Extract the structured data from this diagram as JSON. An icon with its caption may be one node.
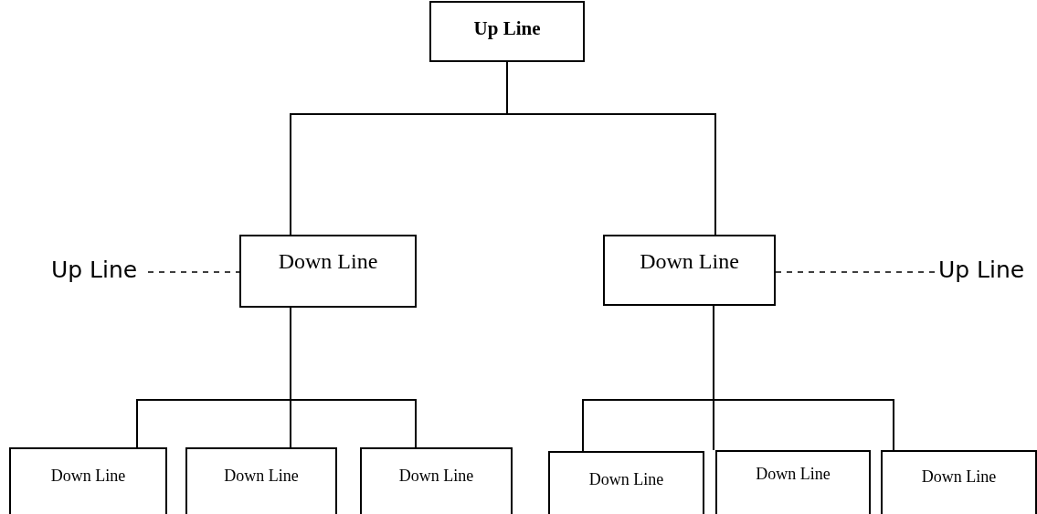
{
  "diagram": {
    "nodes": [
      {
        "text": [
          "Up Line"
        ]
      },
      {
        "text": [
          "Up Line"
        ]
      },
      {
        "text": [
          "Down Line"
        ]
      },
      {
        "text": [
          "Down Line"
        ]
      },
      {
        "text": [
          "Up Line"
        ]
      },
      {
        "text": [
          "Down Line"
        ]
      },
      {
        "text": [
          "Down Line"
        ]
      },
      {
        "text": [
          "Down Line"
        ]
      },
      {
        "text": [
          "Down Line"
        ]
      },
      {
        "text": [
          "Down Line"
        ]
      },
      {
        "text": [
          "Down Line"
        ]
      }
    ],
    "edges": [
      {
        "from": 0,
        "to": 2,
        "arrow": "none"
      },
      {
        "from": 0,
        "to": 3,
        "arrow": "none"
      },
      {
        "from": 1,
        "to": 2,
        "arrow": "none",
        "style": "dashed"
      },
      {
        "from": 3,
        "to": 4,
        "arrow": "none",
        "style": "dashed"
      },
      {
        "from": 2,
        "to": 5,
        "arrow": "none"
      },
      {
        "from": 2,
        "to": 6,
        "arrow": "none"
      },
      {
        "from": 2,
        "to": 7,
        "arrow": "none"
      },
      {
        "from": 3,
        "to": 8,
        "arrow": "none"
      },
      {
        "from": 3,
        "to": 9,
        "arrow": "none"
      },
      {
        "from": 3,
        "to": 10,
        "arrow": "none"
      }
    ]
  }
}
